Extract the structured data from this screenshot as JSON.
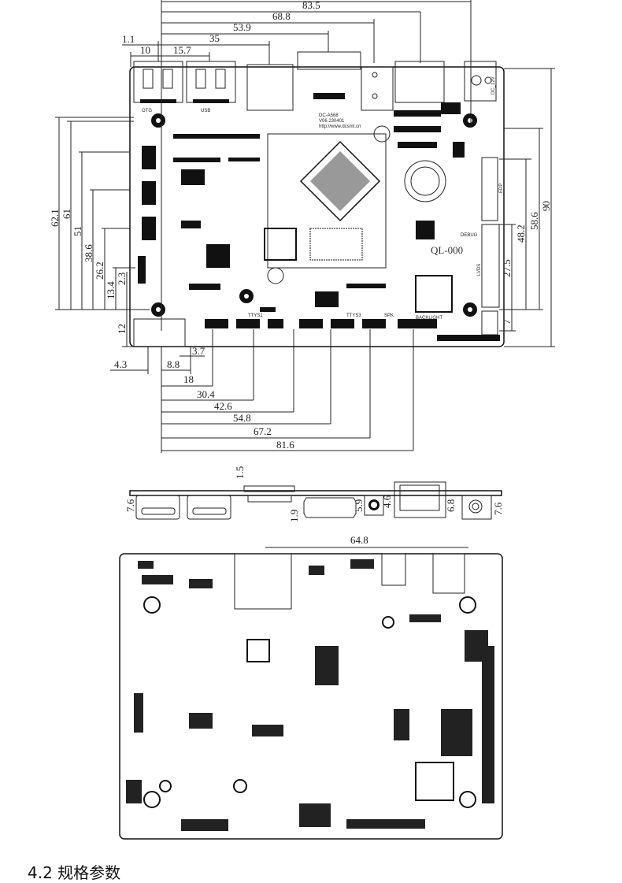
{
  "top_view": {
    "top_dims": [
      "83.5",
      "68.8",
      "53.9",
      "35",
      "1.1",
      "10",
      "15.7"
    ],
    "left_dims": [
      "62.1",
      "61",
      "51",
      "38.6",
      "26.2",
      "13.4",
      "2.3",
      "12"
    ],
    "right_dims": [
      "90",
      "58.6",
      "48.2",
      "27.5",
      "7"
    ],
    "bottom_dims": [
      "4.3",
      "8.8",
      "3.7",
      "18",
      "30.4",
      "42.6",
      "54.8",
      "67.2",
      "81.6"
    ],
    "board_labels": {
      "model": "DC-A568",
      "version": "V06 230401",
      "url": "http://www.dcsmt.cn",
      "board_name": "QL-000",
      "dc": "DC_12V",
      "edp": "EDP",
      "lvds": "LVDS",
      "debug": "DEBUG",
      "usb": "USB",
      "otg": "OTG",
      "ttys1": "TTYS1",
      "ttys3": "TTYS3",
      "spk": "SPK",
      "backlight": "BACKLIGHT"
    }
  },
  "side_view": {
    "dims": [
      "7.6",
      "1.5",
      "1.9",
      "5.9",
      "4.6",
      "6.8",
      "7.6"
    ]
  },
  "bottom_view": {
    "dims": [
      "64.8"
    ]
  },
  "section_heading": "4.2   规格参数"
}
